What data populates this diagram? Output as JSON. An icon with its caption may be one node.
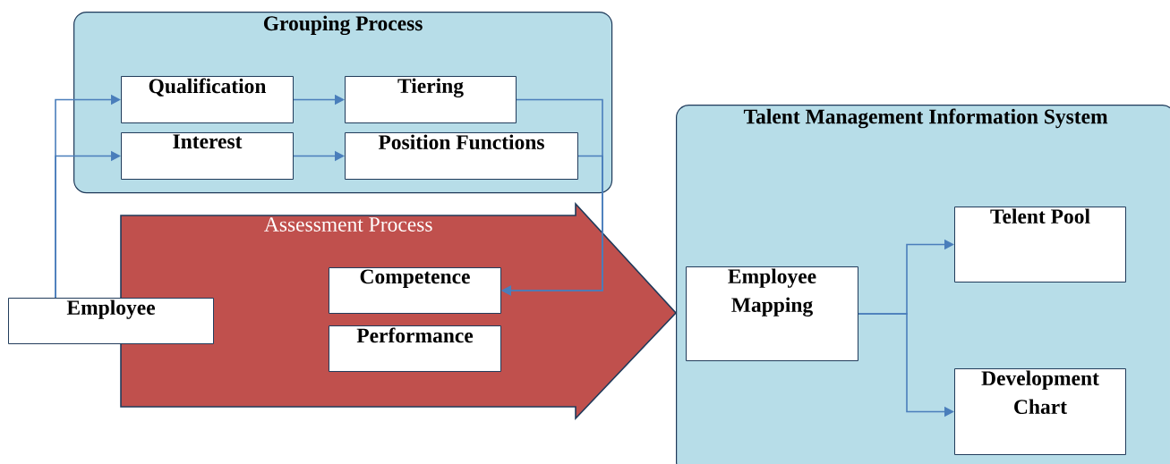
{
  "diagram": {
    "nodes": [
      {
        "text": [
          "Grouping Process"
        ]
      },
      {
        "text": [
          "Qualification"
        ],
        "in": 0
      },
      {
        "text": [
          "Tiering"
        ],
        "in": 0
      },
      {
        "text": [
          "Interest"
        ],
        "in": 0
      },
      {
        "text": [
          "Position Functions"
        ],
        "in": 0
      },
      {
        "text": [
          "Assessment Process"
        ]
      },
      {
        "text": [
          "Competence"
        ],
        "in": 5
      },
      {
        "text": [
          "Performance"
        ],
        "in": 5
      },
      {
        "text": [
          "Employee"
        ]
      },
      {
        "text": [
          "Talent Management Information System"
        ]
      },
      {
        "text": [
          "Employee Mapping"
        ],
        "in": 9
      },
      {
        "text": [
          "Telent Pool"
        ],
        "in": 9
      },
      {
        "text": [
          "Development Chart"
        ],
        "in": 9
      }
    ],
    "edges": [
      {
        "from": 8,
        "to": 1,
        "arrow": "to"
      },
      {
        "from": 8,
        "to": 3,
        "arrow": "to"
      },
      {
        "from": 1,
        "to": 2,
        "arrow": "to"
      },
      {
        "from": 3,
        "to": 4,
        "arrow": "to"
      },
      {
        "from": 2,
        "to": 6,
        "arrow": "to"
      },
      {
        "from": 4,
        "to": 6,
        "arrow": "to"
      },
      {
        "from": 10,
        "to": 11,
        "arrow": "to"
      },
      {
        "from": 10,
        "to": 12,
        "arrow": "to"
      }
    ]
  }
}
